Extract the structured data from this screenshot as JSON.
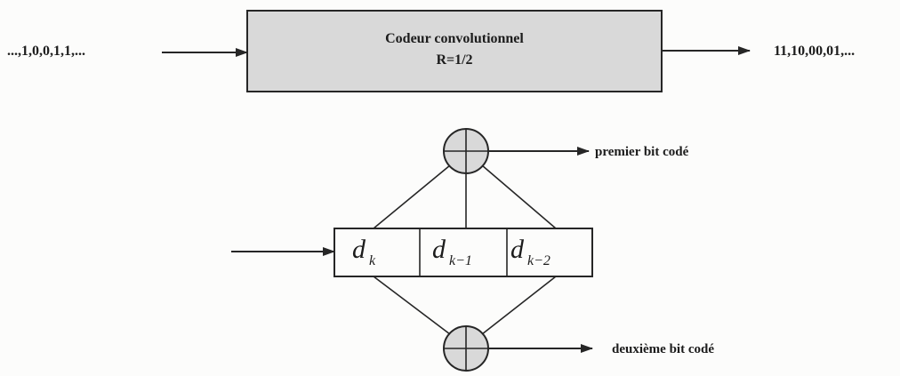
{
  "input_sequence": "...,1,0,0,1,1,...",
  "output_sequence": "11,10,00,01,...",
  "encoder": {
    "title": "Codeur convolutionnel",
    "rate": "R=1/2",
    "fill_color": "#d9d9d9"
  },
  "register": {
    "cells": [
      {
        "symbol": "d",
        "subscript": "k"
      },
      {
        "symbol": "d",
        "subscript": "k−1"
      },
      {
        "symbol": "d",
        "subscript": "k−2"
      }
    ]
  },
  "outputs": {
    "first": "premier bit codé",
    "second": "deuxième bit codé"
  }
}
